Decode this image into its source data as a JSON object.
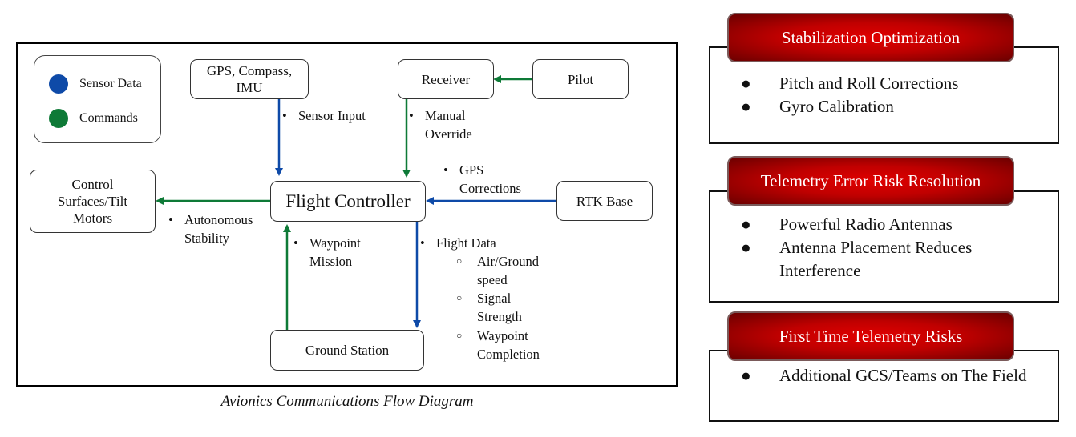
{
  "diagram": {
    "caption": "Avionics Communications Flow Diagram",
    "colors": {
      "sensor_data": "#0e4aa8",
      "commands": "#0e7a37",
      "panel_header": "#c00000"
    },
    "legend": [
      {
        "label": "Sensor Data",
        "color": "#0e4aa8"
      },
      {
        "label": "Commands",
        "color": "#0e7a37"
      }
    ],
    "nodes": {
      "gps": "GPS, Compass, IMU",
      "receiver": "Receiver",
      "pilot": "Pilot",
      "control": "Control Surfaces/Tilt Motors",
      "flight_controller": "Flight Controller",
      "rtk": "RTK Base",
      "ground_station": "Ground Station"
    },
    "edges": [
      {
        "from": "GPS, Compass, IMU",
        "to": "Flight Controller",
        "type": "Sensor Data",
        "label": "Sensor Input"
      },
      {
        "from": "Pilot",
        "to": "Receiver",
        "type": "Commands",
        "label": ""
      },
      {
        "from": "Receiver",
        "to": "Flight Controller",
        "type": "Commands",
        "label": "Manual Override"
      },
      {
        "from": "RTK Base",
        "to": "Flight Controller",
        "type": "Sensor Data",
        "label": "GPS Corrections"
      },
      {
        "from": "Flight Controller",
        "to": "Control Surfaces/Tilt Motors",
        "type": "Commands",
        "label": "Autonomous Stability"
      },
      {
        "from": "Ground Station",
        "to": "Flight Controller",
        "type": "Commands",
        "label": "Waypoint Mission"
      },
      {
        "from": "Flight Controller",
        "to": "Ground Station",
        "type": "Sensor Data",
        "label": "Flight Data"
      }
    ],
    "labels": {
      "sensor_input": "Sensor Input",
      "manual_override_1": "Manual",
      "manual_override_2": "Override",
      "gps_corrections_1": "GPS",
      "gps_corrections_2": "Corrections",
      "autonomous_1": "Autonomous",
      "autonomous_2": "Stability",
      "waypoint_1": "Waypoint",
      "waypoint_2": "Mission",
      "flight_data": "Flight Data",
      "flight_data_items": [
        "Air/Ground speed",
        "Signal Strength",
        "Waypoint Completion"
      ]
    },
    "bullet": "•",
    "sub_bullet": "○"
  },
  "panels": [
    {
      "title": "Stabilization Optimization",
      "items": [
        "Pitch and Roll Corrections",
        "Gyro Calibration"
      ]
    },
    {
      "title": "Telemetry Error Risk Resolution",
      "items": [
        "Powerful Radio Antennas",
        "Antenna Placement Reduces Interference"
      ]
    },
    {
      "title": "First Time Telemetry Risks",
      "items": [
        "Additional GCS/Teams on The Field"
      ]
    }
  ],
  "panel_bullet": "●"
}
